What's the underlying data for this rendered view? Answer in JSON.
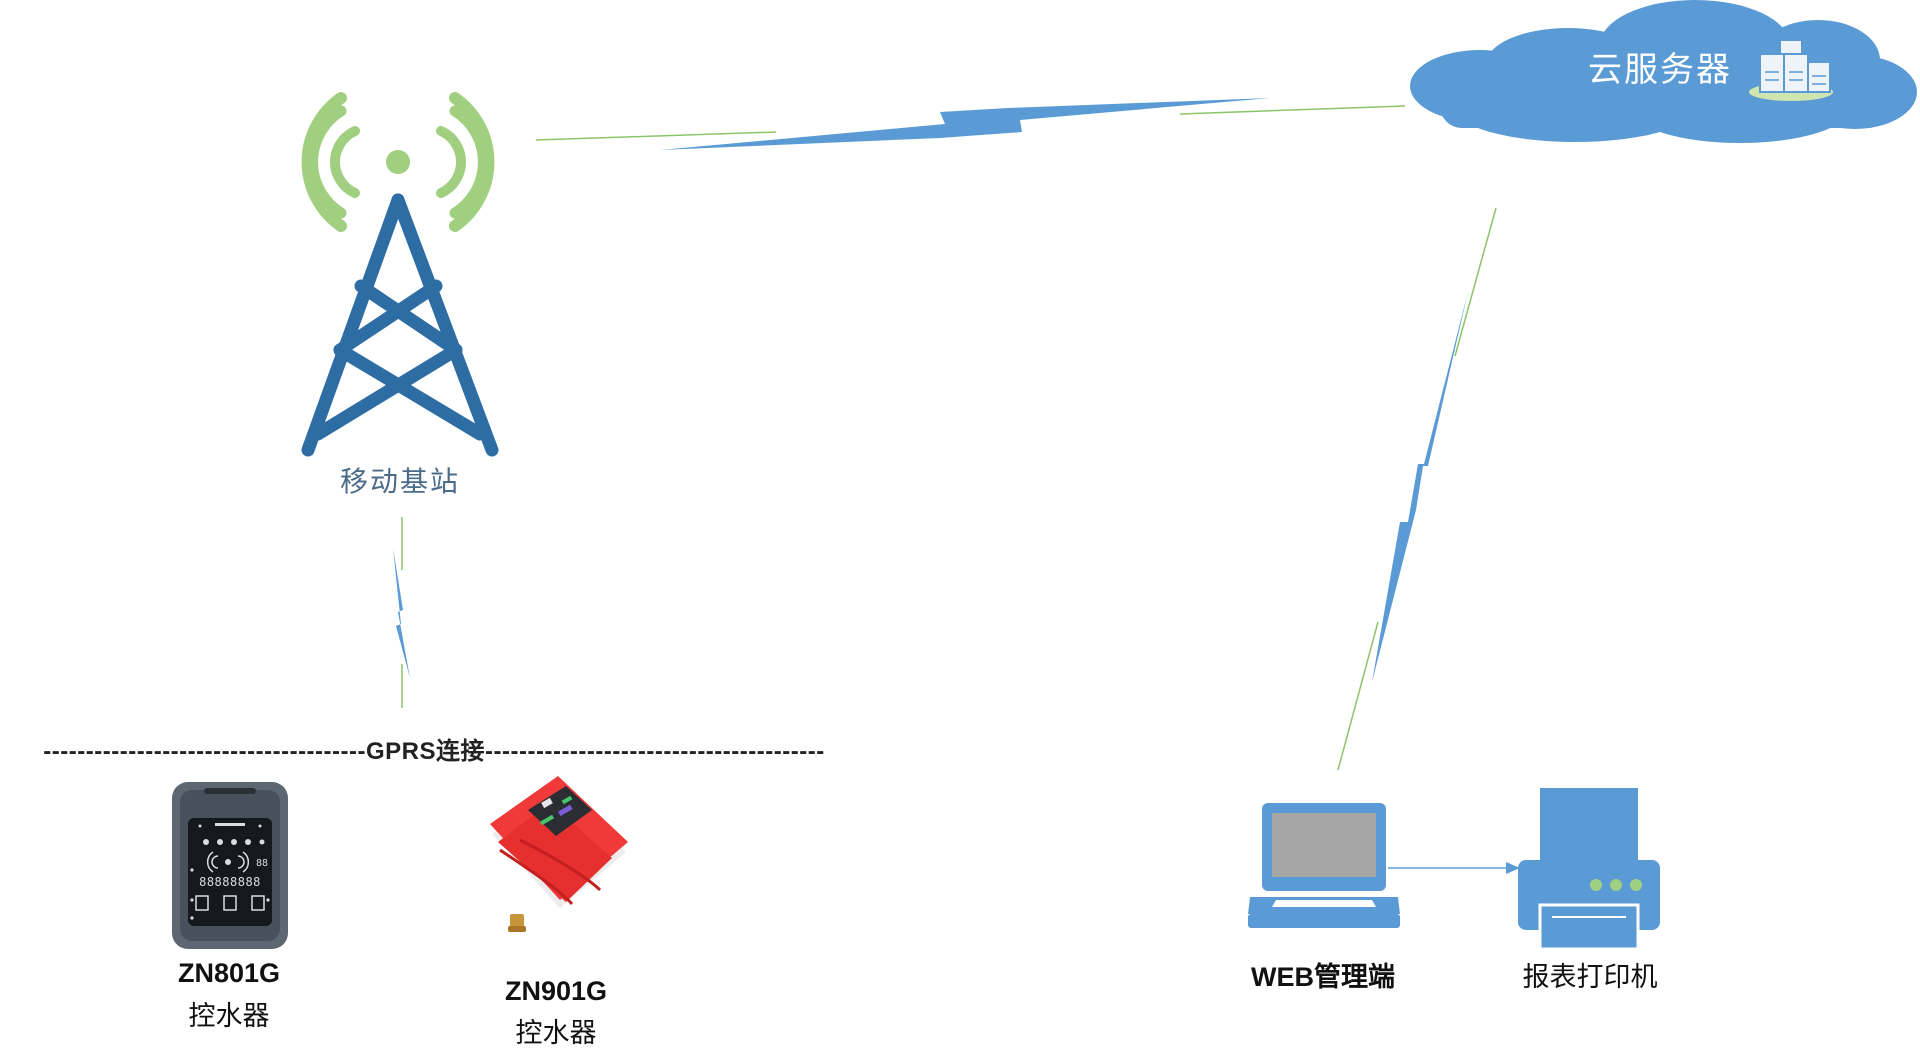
{
  "colors": {
    "tower": "#2e6da4",
    "signal": "#9fcf7f",
    "bolt": "#5b9bd5",
    "thin_line": "#8cc46a",
    "cloud": "#5b9bd5",
    "device_blue": "#5b9bd5",
    "valve_red": "#f03a3a"
  },
  "nodes": {
    "tower": {
      "label": "移动基站",
      "icon": "cell-tower-icon"
    },
    "cloud": {
      "label": "云服务器",
      "icon": "server-rack-icon"
    },
    "connection": {
      "label": "--------------------------------------GPRS连接----------------------------------------"
    },
    "devices": [
      {
        "model": "ZN801G",
        "kind": "控水器",
        "icon": "water-controller-panel-icon"
      },
      {
        "model": "ZN901G",
        "kind": "控水器",
        "icon": "water-valve-controller-icon"
      }
    ],
    "web": {
      "label": "WEB管理端",
      "icon": "laptop-icon"
    },
    "printer": {
      "label": "报表打印机",
      "icon": "printer-icon"
    }
  }
}
